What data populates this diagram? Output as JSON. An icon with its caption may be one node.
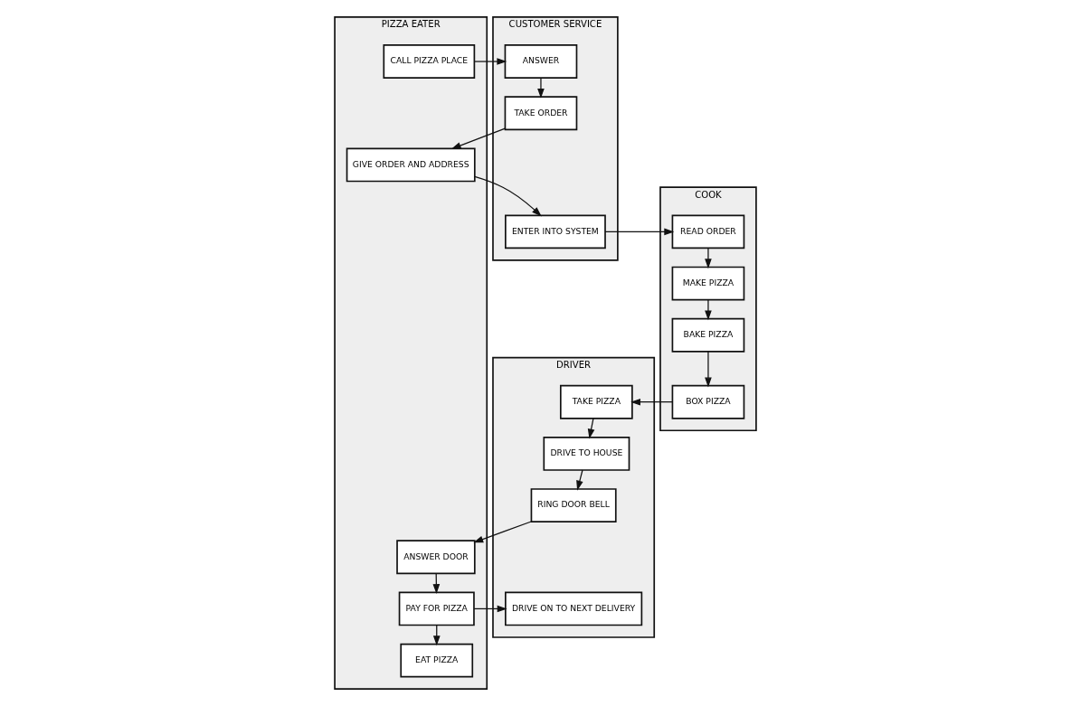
{
  "diagram": {
    "nodes": [
      {
        "text": [
          "PIZZA EATER"
        ]
      },
      {
        "text": [
          "CALL PIZZA PLACE"
        ],
        "in": 0
      },
      {
        "text": [
          "GIVE ORDER AND ADDRESS"
        ],
        "in": 0
      },
      {
        "text": [
          "ANSWER DOOR"
        ],
        "in": 0
      },
      {
        "text": [
          "PAY FOR PIZZA"
        ],
        "in": 0
      },
      {
        "text": [
          "EAT PIZZA"
        ],
        "in": 0
      },
      {
        "text": [
          "CUSTOMER SERVICE"
        ]
      },
      {
        "text": [
          "ANSWER"
        ],
        "in": 6
      },
      {
        "text": [
          "TAKE ORDER"
        ],
        "in": 6
      },
      {
        "text": [
          "ENTER INTO SYSTEM"
        ],
        "in": 6
      },
      {
        "text": [
          "COOK"
        ]
      },
      {
        "text": [
          "READ ORDER"
        ],
        "in": 10
      },
      {
        "text": [
          "MAKE PIZZA"
        ],
        "in": 10
      },
      {
        "text": [
          "BAKE PIZZA"
        ],
        "in": 10
      },
      {
        "text": [
          "BOX PIZZA"
        ],
        "in": 10
      },
      {
        "text": [
          "DRIVER"
        ]
      },
      {
        "text": [
          "TAKE PIZZA"
        ],
        "in": 15
      },
      {
        "text": [
          "DRIVE TO HOUSE"
        ],
        "in": 15
      },
      {
        "text": [
          "RING DOOR BELL"
        ],
        "in": 15
      },
      {
        "text": [
          "DRIVE ON TO NEXT DELIVERY"
        ],
        "in": 15
      }
    ],
    "edges": [
      {
        "from": 1,
        "to": 7,
        "arrow": "to"
      },
      {
        "from": 7,
        "to": 8,
        "arrow": "to"
      },
      {
        "from": 8,
        "to": 2,
        "arrow": "to"
      },
      {
        "from": 2,
        "to": 9,
        "arrow": "to"
      },
      {
        "from": 9,
        "to": 11,
        "arrow": "to"
      },
      {
        "from": 11,
        "to": 12,
        "arrow": "to"
      },
      {
        "from": 12,
        "to": 13,
        "arrow": "to"
      },
      {
        "from": 13,
        "to": 14,
        "arrow": "to"
      },
      {
        "from": 14,
        "to": 16,
        "arrow": "to"
      },
      {
        "from": 16,
        "to": 17,
        "arrow": "to"
      },
      {
        "from": 17,
        "to": 18,
        "arrow": "to"
      },
      {
        "from": 18,
        "to": 3,
        "arrow": "to"
      },
      {
        "from": 3,
        "to": 4,
        "arrow": "to"
      },
      {
        "from": 4,
        "to": 19,
        "arrow": "to"
      },
      {
        "from": 4,
        "to": 5,
        "arrow": "to"
      }
    ]
  }
}
